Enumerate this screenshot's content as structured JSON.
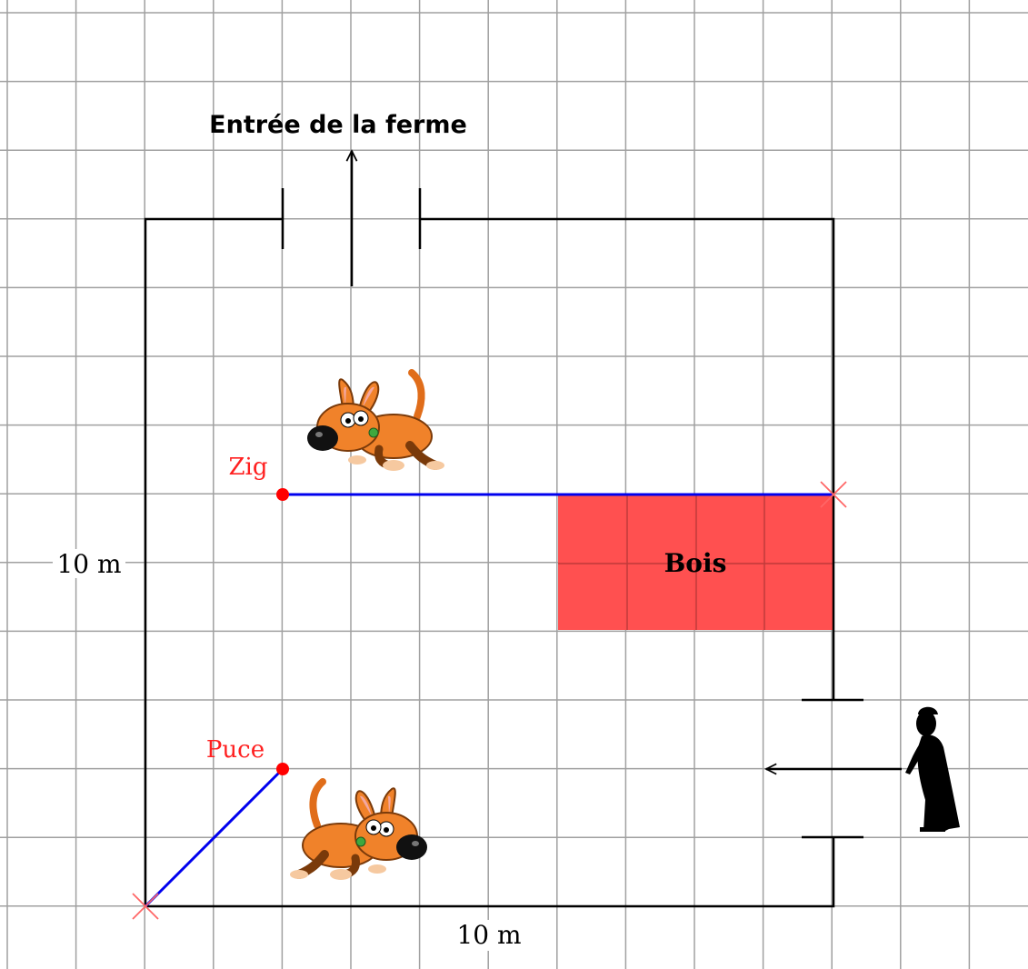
{
  "labels": {
    "entrance": "Entrée de la ferme",
    "zig": "Zig",
    "puce": "Puce",
    "wood": "Bois",
    "height": "10 m",
    "width": "10 m"
  },
  "colors": {
    "grid": "#a0a0a0",
    "fence": "#000000",
    "leash": "#0000ee",
    "dog_point": "#ff0000",
    "dog_label": "#ff2020",
    "wood_fill": "#ff4d4d",
    "cross": "#ff6666"
  },
  "icons": {
    "dog_top": "dog-icon",
    "dog_bottom": "dog-icon",
    "person": "person-silhouette-icon"
  }
}
